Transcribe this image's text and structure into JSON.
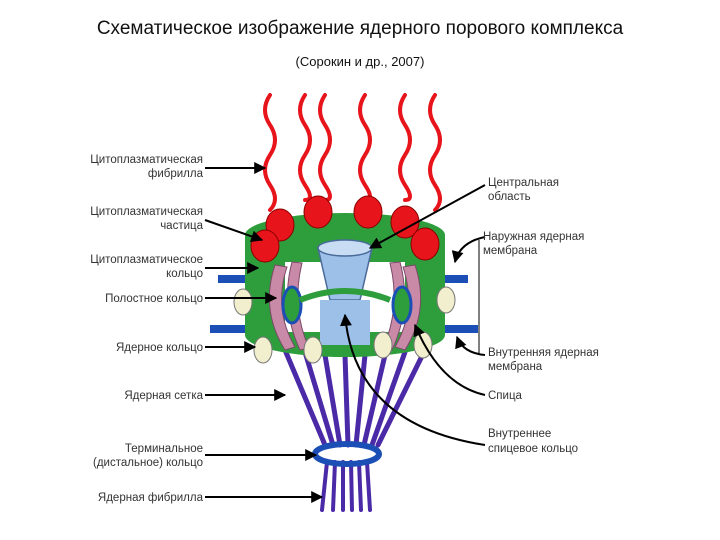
{
  "title": "Схематическое изображение ядерного порового комплекса",
  "subtitle": "(Сорокин и др., 2007)",
  "labels_left": [
    {
      "line1": "Цитоплазматическая",
      "line2": "фибрилла"
    },
    {
      "line1": "Цитоплазматическая",
      "line2": "частица"
    },
    {
      "line1": "Цитоплазматическое",
      "line2": "кольцо"
    },
    {
      "line1": "Полостное кольцо",
      "line2": ""
    },
    {
      "line1": "Ядерное кольцо",
      "line2": ""
    },
    {
      "line1": "Ядерная сетка",
      "line2": ""
    },
    {
      "line1": "Терминальное",
      "line2": "(дистальное) кольцо"
    },
    {
      "line1": "Ядерная фибрилла",
      "line2": ""
    }
  ],
  "labels_right": [
    {
      "line1": "Центральная",
      "line2": "область"
    },
    {
      "line1": "Наружная ядерная",
      "line2": "мембрана"
    },
    {
      "line1": "Внутренняя ядерная",
      "line2": "мембрана"
    },
    {
      "line1": "Спица",
      "line2": ""
    },
    {
      "line1": "Внутреннее",
      "line2": "спицевое кольцо"
    }
  ],
  "colors": {
    "fibril": "#e8141b",
    "particle": "#e8141b",
    "ring": "#2e9e3c",
    "membrane": "#1c4fb5",
    "spoke": "#c98aa8",
    "center": "#9cc0e8",
    "basket": "#4b2aa8"
  }
}
